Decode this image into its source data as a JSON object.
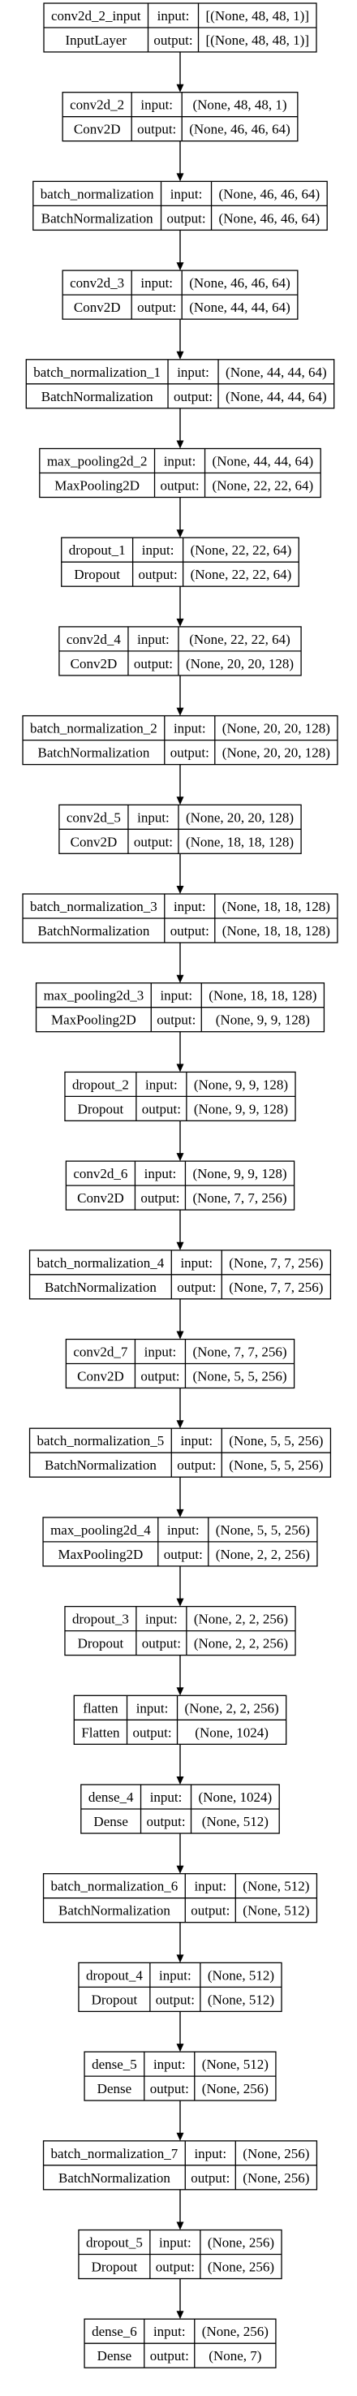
{
  "layers": [
    {
      "name": "conv2d_2_input",
      "type": "InputLayer",
      "input": "[(None, 48, 48, 1)]",
      "output": "[(None, 48, 48, 1)]"
    },
    {
      "name": "conv2d_2",
      "type": "Conv2D",
      "input": "(None, 48, 48, 1)",
      "output": "(None, 46, 46, 64)"
    },
    {
      "name": "batch_normalization",
      "type": "BatchNormalization",
      "input": "(None, 46, 46, 64)",
      "output": "(None, 46, 46, 64)"
    },
    {
      "name": "conv2d_3",
      "type": "Conv2D",
      "input": "(None, 46, 46, 64)",
      "output": "(None, 44, 44, 64)"
    },
    {
      "name": "batch_normalization_1",
      "type": "BatchNormalization",
      "input": "(None, 44, 44, 64)",
      "output": "(None, 44, 44, 64)"
    },
    {
      "name": "max_pooling2d_2",
      "type": "MaxPooling2D",
      "input": "(None, 44, 44, 64)",
      "output": "(None, 22, 22, 64)"
    },
    {
      "name": "dropout_1",
      "type": "Dropout",
      "input": "(None, 22, 22, 64)",
      "output": "(None, 22, 22, 64)"
    },
    {
      "name": "conv2d_4",
      "type": "Conv2D",
      "input": "(None, 22, 22, 64)",
      "output": "(None, 20, 20, 128)"
    },
    {
      "name": "batch_normalization_2",
      "type": "BatchNormalization",
      "input": "(None, 20, 20, 128)",
      "output": "(None, 20, 20, 128)"
    },
    {
      "name": "conv2d_5",
      "type": "Conv2D",
      "input": "(None, 20, 20, 128)",
      "output": "(None, 18, 18, 128)"
    },
    {
      "name": "batch_normalization_3",
      "type": "BatchNormalization",
      "input": "(None, 18, 18, 128)",
      "output": "(None, 18, 18, 128)"
    },
    {
      "name": "max_pooling2d_3",
      "type": "MaxPooling2D",
      "input": "(None, 18, 18, 128)",
      "output": "(None, 9, 9, 128)"
    },
    {
      "name": "dropout_2",
      "type": "Dropout",
      "input": "(None, 9, 9, 128)",
      "output": "(None, 9, 9, 128)"
    },
    {
      "name": "conv2d_6",
      "type": "Conv2D",
      "input": "(None, 9, 9, 128)",
      "output": "(None, 7, 7, 256)"
    },
    {
      "name": "batch_normalization_4",
      "type": "BatchNormalization",
      "input": "(None, 7, 7, 256)",
      "output": "(None, 7, 7, 256)"
    },
    {
      "name": "conv2d_7",
      "type": "Conv2D",
      "input": "(None, 7, 7, 256)",
      "output": "(None, 5, 5, 256)"
    },
    {
      "name": "batch_normalization_5",
      "type": "BatchNormalization",
      "input": "(None, 5, 5, 256)",
      "output": "(None, 5, 5, 256)"
    },
    {
      "name": "max_pooling2d_4",
      "type": "MaxPooling2D",
      "input": "(None, 5, 5, 256)",
      "output": "(None, 2, 2, 256)"
    },
    {
      "name": "dropout_3",
      "type": "Dropout",
      "input": "(None, 2, 2, 256)",
      "output": "(None, 2, 2, 256)"
    },
    {
      "name": "flatten",
      "type": "Flatten",
      "input": "(None, 2, 2, 256)",
      "output": "(None, 1024)"
    },
    {
      "name": "dense_4",
      "type": "Dense",
      "input": "(None, 1024)",
      "output": "(None, 512)"
    },
    {
      "name": "batch_normalization_6",
      "type": "BatchNormalization",
      "input": "(None, 512)",
      "output": "(None, 512)"
    },
    {
      "name": "dropout_4",
      "type": "Dropout",
      "input": "(None, 512)",
      "output": "(None, 512)"
    },
    {
      "name": "dense_5",
      "type": "Dense",
      "input": "(None, 512)",
      "output": "(None, 256)"
    },
    {
      "name": "batch_normalization_7",
      "type": "BatchNormalization",
      "input": "(None, 256)",
      "output": "(None, 256)"
    },
    {
      "name": "dropout_5",
      "type": "Dropout",
      "input": "(None, 256)",
      "output": "(None, 256)"
    },
    {
      "name": "dense_6",
      "type": "Dense",
      "input": "(None, 256)",
      "output": "(None, 7)"
    }
  ],
  "labels": {
    "input": "input:",
    "output": "output:"
  }
}
